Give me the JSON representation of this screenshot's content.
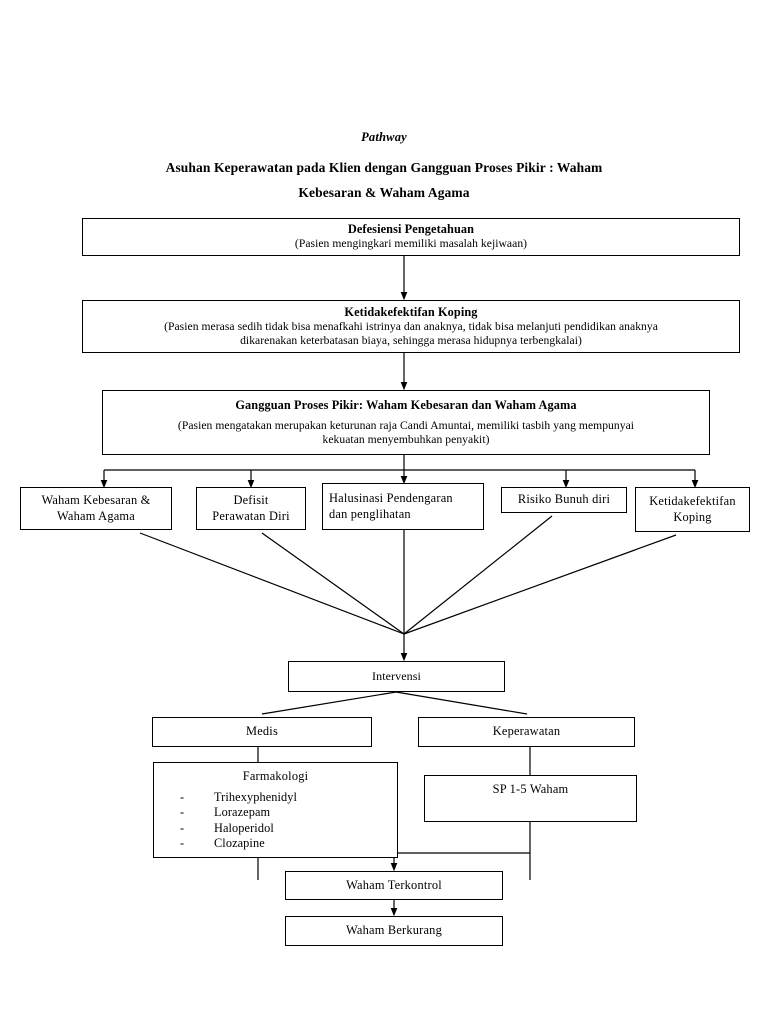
{
  "document": {
    "title_italic": "Pathway",
    "title_line1": "Asuhan Keperawatan pada Klien dengan Gangguan Proses Pikir : Waham",
    "title_line2": "Kebesaran & Waham Agama"
  },
  "boxes": {
    "defesiensi": {
      "heading": "Defesiensi Pengetahuan",
      "detail": "(Pasien mengingkari memiliki masalah kejiwaan)"
    },
    "koping": {
      "heading": "Ketidakefektifan Koping",
      "detail_line1": "(Pasien merasa sedih tidak bisa menafkahi istrinya dan anaknya, tidak bisa melanjuti pendidikan anaknya",
      "detail_line2": "dikarenakan keterbatasan biaya, sehingga merasa hidupnya terbengkalai)"
    },
    "gangguan": {
      "heading": "Gangguan Proses Pikir: Waham Kebesaran dan Waham Agama",
      "detail_line1": "(Pasien mengatakan merupakan keturunan raja Candi Amuntai, memiliki tasbih yang mempunyai",
      "detail_line2": "kekuatan menyembuhkan penyakit)"
    },
    "diagnoses": [
      {
        "line1": "Waham Kebesaran &",
        "line2": "Waham Agama"
      },
      {
        "line1": "Defisit",
        "line2": "Perawatan Diri"
      },
      {
        "line1": "Halusinasi Pendengaran",
        "line2": "dan penglihatan"
      },
      {
        "line1": "Risiko Bunuh diri",
        "line2": ""
      },
      {
        "line1": "Ketidakefektifan",
        "line2": "Koping"
      }
    ],
    "intervensi": "Intervensi",
    "medis": "Medis",
    "keperawatan": "Keperawatan",
    "farmakologi": {
      "title": "Farmakologi",
      "bullet_mark": "-",
      "items": [
        "Trihexyphenidyl",
        "Lorazepam",
        "Haloperidol",
        "Clozapine"
      ]
    },
    "sp": "SP 1-5 Waham",
    "terkontrol": "Waham Terkontrol",
    "berkurang": "Waham Berkurang"
  },
  "style": {
    "line_color": "#000000",
    "background": "#ffffff"
  }
}
